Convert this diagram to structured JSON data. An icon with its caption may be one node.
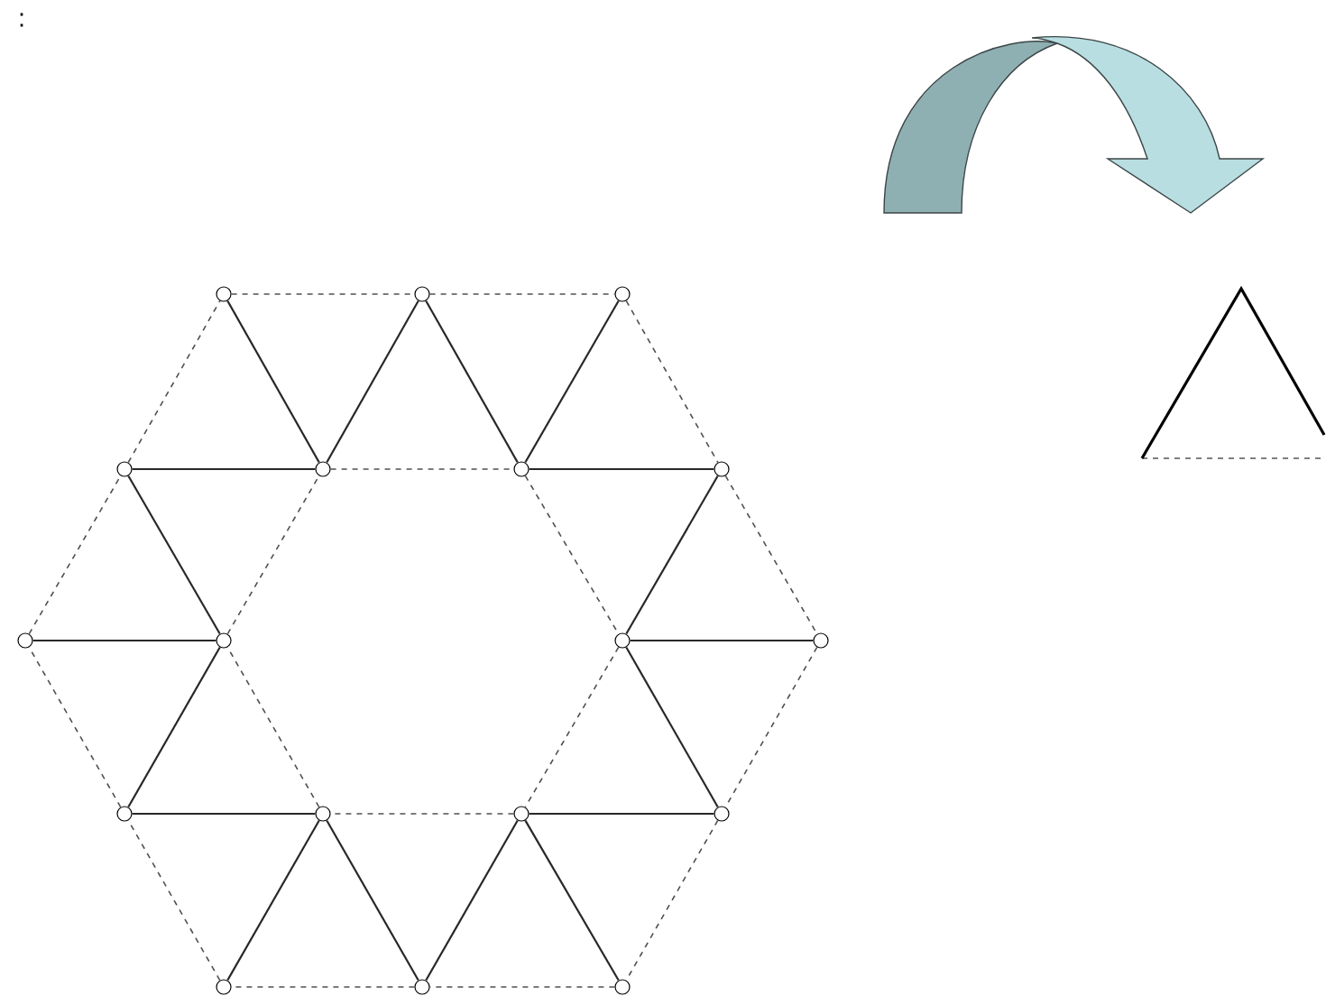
{
  "diagram": {
    "nodes": [
      {
        "text": [],
        "shape": "circle"
      },
      {
        "text": [],
        "shape": "circle"
      },
      {
        "text": [],
        "shape": "circle"
      },
      {
        "text": [],
        "shape": "circle"
      },
      {
        "text": [],
        "shape": "circle"
      },
      {
        "text": [],
        "shape": "circle"
      },
      {
        "text": [],
        "shape": "circle"
      },
      {
        "text": [],
        "shape": "circle"
      },
      {
        "text": [],
        "shape": "circle"
      },
      {
        "text": [],
        "shape": "circle"
      },
      {
        "text": [],
        "shape": "circle"
      },
      {
        "text": [],
        "shape": "circle"
      },
      {
        "text": [],
        "shape": "circle"
      },
      {
        "text": [],
        "shape": "circle"
      },
      {
        "text": [],
        "shape": "circle"
      },
      {
        "text": [],
        "shape": "circle"
      },
      {
        "text": [],
        "shape": "circle"
      },
      {
        "text": [],
        "shape": "circle"
      }
    ],
    "edges": [
      {
        "from": 0,
        "to": 1,
        "arrow": "none",
        "style": "dashed"
      },
      {
        "from": 1,
        "to": 2,
        "arrow": "none",
        "style": "dashed"
      },
      {
        "from": 2,
        "to": 6,
        "arrow": "none",
        "style": "dashed"
      },
      {
        "from": 6,
        "to": 10,
        "arrow": "none",
        "style": "dashed"
      },
      {
        "from": 10,
        "to": 14,
        "arrow": "none",
        "style": "dashed"
      },
      {
        "from": 14,
        "to": 17,
        "arrow": "none",
        "style": "dashed"
      },
      {
        "from": 17,
        "to": 16,
        "arrow": "none",
        "style": "dashed"
      },
      {
        "from": 16,
        "to": 15,
        "arrow": "none",
        "style": "dashed"
      },
      {
        "from": 15,
        "to": 11,
        "arrow": "none",
        "style": "dashed"
      },
      {
        "from": 11,
        "to": 7,
        "arrow": "none",
        "style": "dashed"
      },
      {
        "from": 7,
        "to": 3,
        "arrow": "none",
        "style": "dashed"
      },
      {
        "from": 3,
        "to": 0,
        "arrow": "none",
        "style": "dashed"
      },
      {
        "from": 4,
        "to": 5,
        "arrow": "none",
        "style": "dashed"
      },
      {
        "from": 5,
        "to": 9,
        "arrow": "none",
        "style": "dashed"
      },
      {
        "from": 9,
        "to": 13,
        "arrow": "none",
        "style": "dashed"
      },
      {
        "from": 13,
        "to": 12,
        "arrow": "none",
        "style": "dashed"
      },
      {
        "from": 12,
        "to": 8,
        "arrow": "none",
        "style": "dashed"
      },
      {
        "from": 8,
        "to": 4,
        "arrow": "none",
        "style": "dashed"
      },
      {
        "from": 0,
        "to": 4,
        "arrow": "none"
      },
      {
        "from": 4,
        "to": 1,
        "arrow": "none"
      },
      {
        "from": 1,
        "to": 5,
        "arrow": "none"
      },
      {
        "from": 5,
        "to": 2,
        "arrow": "none"
      },
      {
        "from": 3,
        "to": 4,
        "arrow": "none"
      },
      {
        "from": 5,
        "to": 6,
        "arrow": "none"
      },
      {
        "from": 3,
        "to": 8,
        "arrow": "none"
      },
      {
        "from": 6,
        "to": 9,
        "arrow": "none"
      },
      {
        "from": 7,
        "to": 8,
        "arrow": "none"
      },
      {
        "from": 9,
        "to": 10,
        "arrow": "none"
      },
      {
        "from": 8,
        "to": 11,
        "arrow": "none"
      },
      {
        "from": 9,
        "to": 14,
        "arrow": "none"
      },
      {
        "from": 11,
        "to": 12,
        "arrow": "none"
      },
      {
        "from": 13,
        "to": 14,
        "arrow": "none"
      },
      {
        "from": 12,
        "to": 15,
        "arrow": "none"
      },
      {
        "from": 12,
        "to": 16,
        "arrow": "none"
      },
      {
        "from": 13,
        "to": 16,
        "arrow": "none"
      },
      {
        "from": 13,
        "to": 17,
        "arrow": "none"
      }
    ],
    "labels": [
      ":"
    ]
  }
}
